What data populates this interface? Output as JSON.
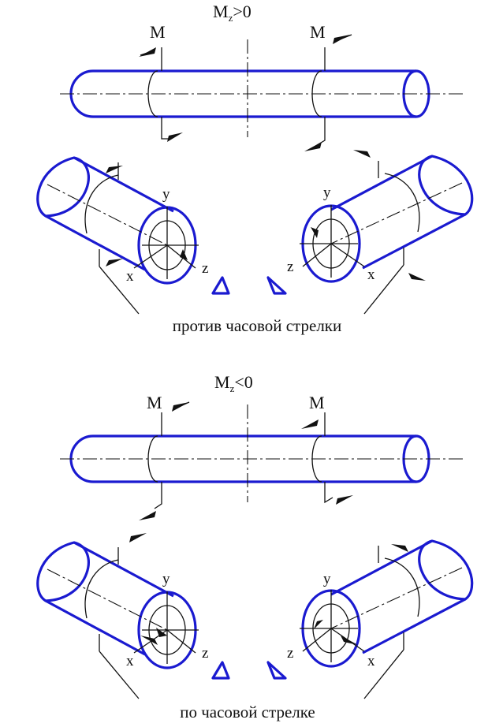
{
  "top": {
    "condition": "M",
    "condition_sub": "z",
    "condition_rel": ">0",
    "moment_left": "M",
    "moment_right": "M",
    "left_axes": {
      "y": "y",
      "x": "x",
      "z": "z"
    },
    "right_axes": {
      "y": "y",
      "x": "x",
      "z": "z"
    },
    "caption": "против часовой стрелки"
  },
  "bottom": {
    "condition": "M",
    "condition_sub": "z",
    "condition_rel": "<0",
    "moment_left": "M",
    "moment_right": "M",
    "left_axes": {
      "y": "y",
      "x": "x",
      "z": "z"
    },
    "right_axes": {
      "y": "y",
      "x": "x",
      "z": "z"
    },
    "caption": "по часовой стрелке"
  },
  "colors": {
    "outline": "#1a1ad0",
    "lines": "#111111",
    "background": "#ffffff"
  }
}
